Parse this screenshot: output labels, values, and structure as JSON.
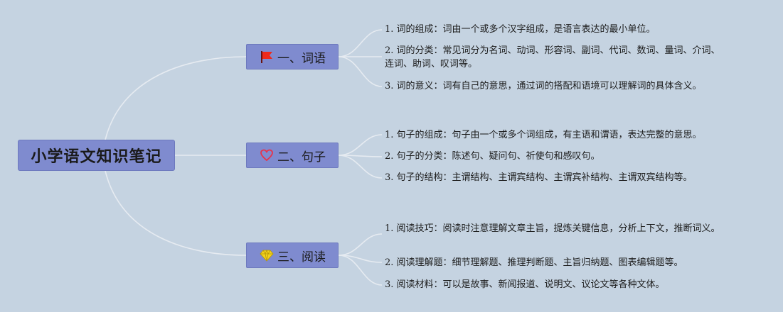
{
  "root": {
    "label": "小学语文知识笔记"
  },
  "branches": [
    {
      "label": "一、词语",
      "icon": "red-flag-icon",
      "items": [
        "1. 词的组成：词由一个或多个汉字组成，是语言表达的最小单位。",
        "2. 词的分类：常见词分为名词、动词、形容词、副词、代词、数词、量词、介词、连词、助词、叹词等。",
        "3. 词的意义：词有自己的意思，通过词的搭配和语境可以理解词的具体含义。"
      ]
    },
    {
      "label": "二、句子",
      "icon": "heart-icon",
      "items": [
        "1. 句子的组成：句子由一个或多个词组成，有主语和谓语，表达完整的意思。",
        "2. 句子的分类：陈述句、疑问句、祈使句和感叹句。",
        "3. 句子的结构：主谓结构、主谓宾结构、主谓宾补结构、主谓双宾结构等。"
      ]
    },
    {
      "label": "三、阅读",
      "icon": "diamond-icon",
      "items": [
        "1. 阅读技巧：阅读时注意理解文章主旨，提炼关键信息，分析上下文，推断词义。",
        "2. 阅读理解题：细节理解题、推理判断题、主旨归纳题、图表编辑题等。",
        "3. 阅读材料：可以是故事、新闻报道、说明文、议论文等各种文体。"
      ]
    }
  ],
  "colors": {
    "background": "#c5d3e1",
    "node": "#7f8bcf",
    "connector": "#e6ebf1",
    "flag": "#ee2a1b",
    "heart": "#e8334a",
    "diamond": "#f2d21b"
  }
}
